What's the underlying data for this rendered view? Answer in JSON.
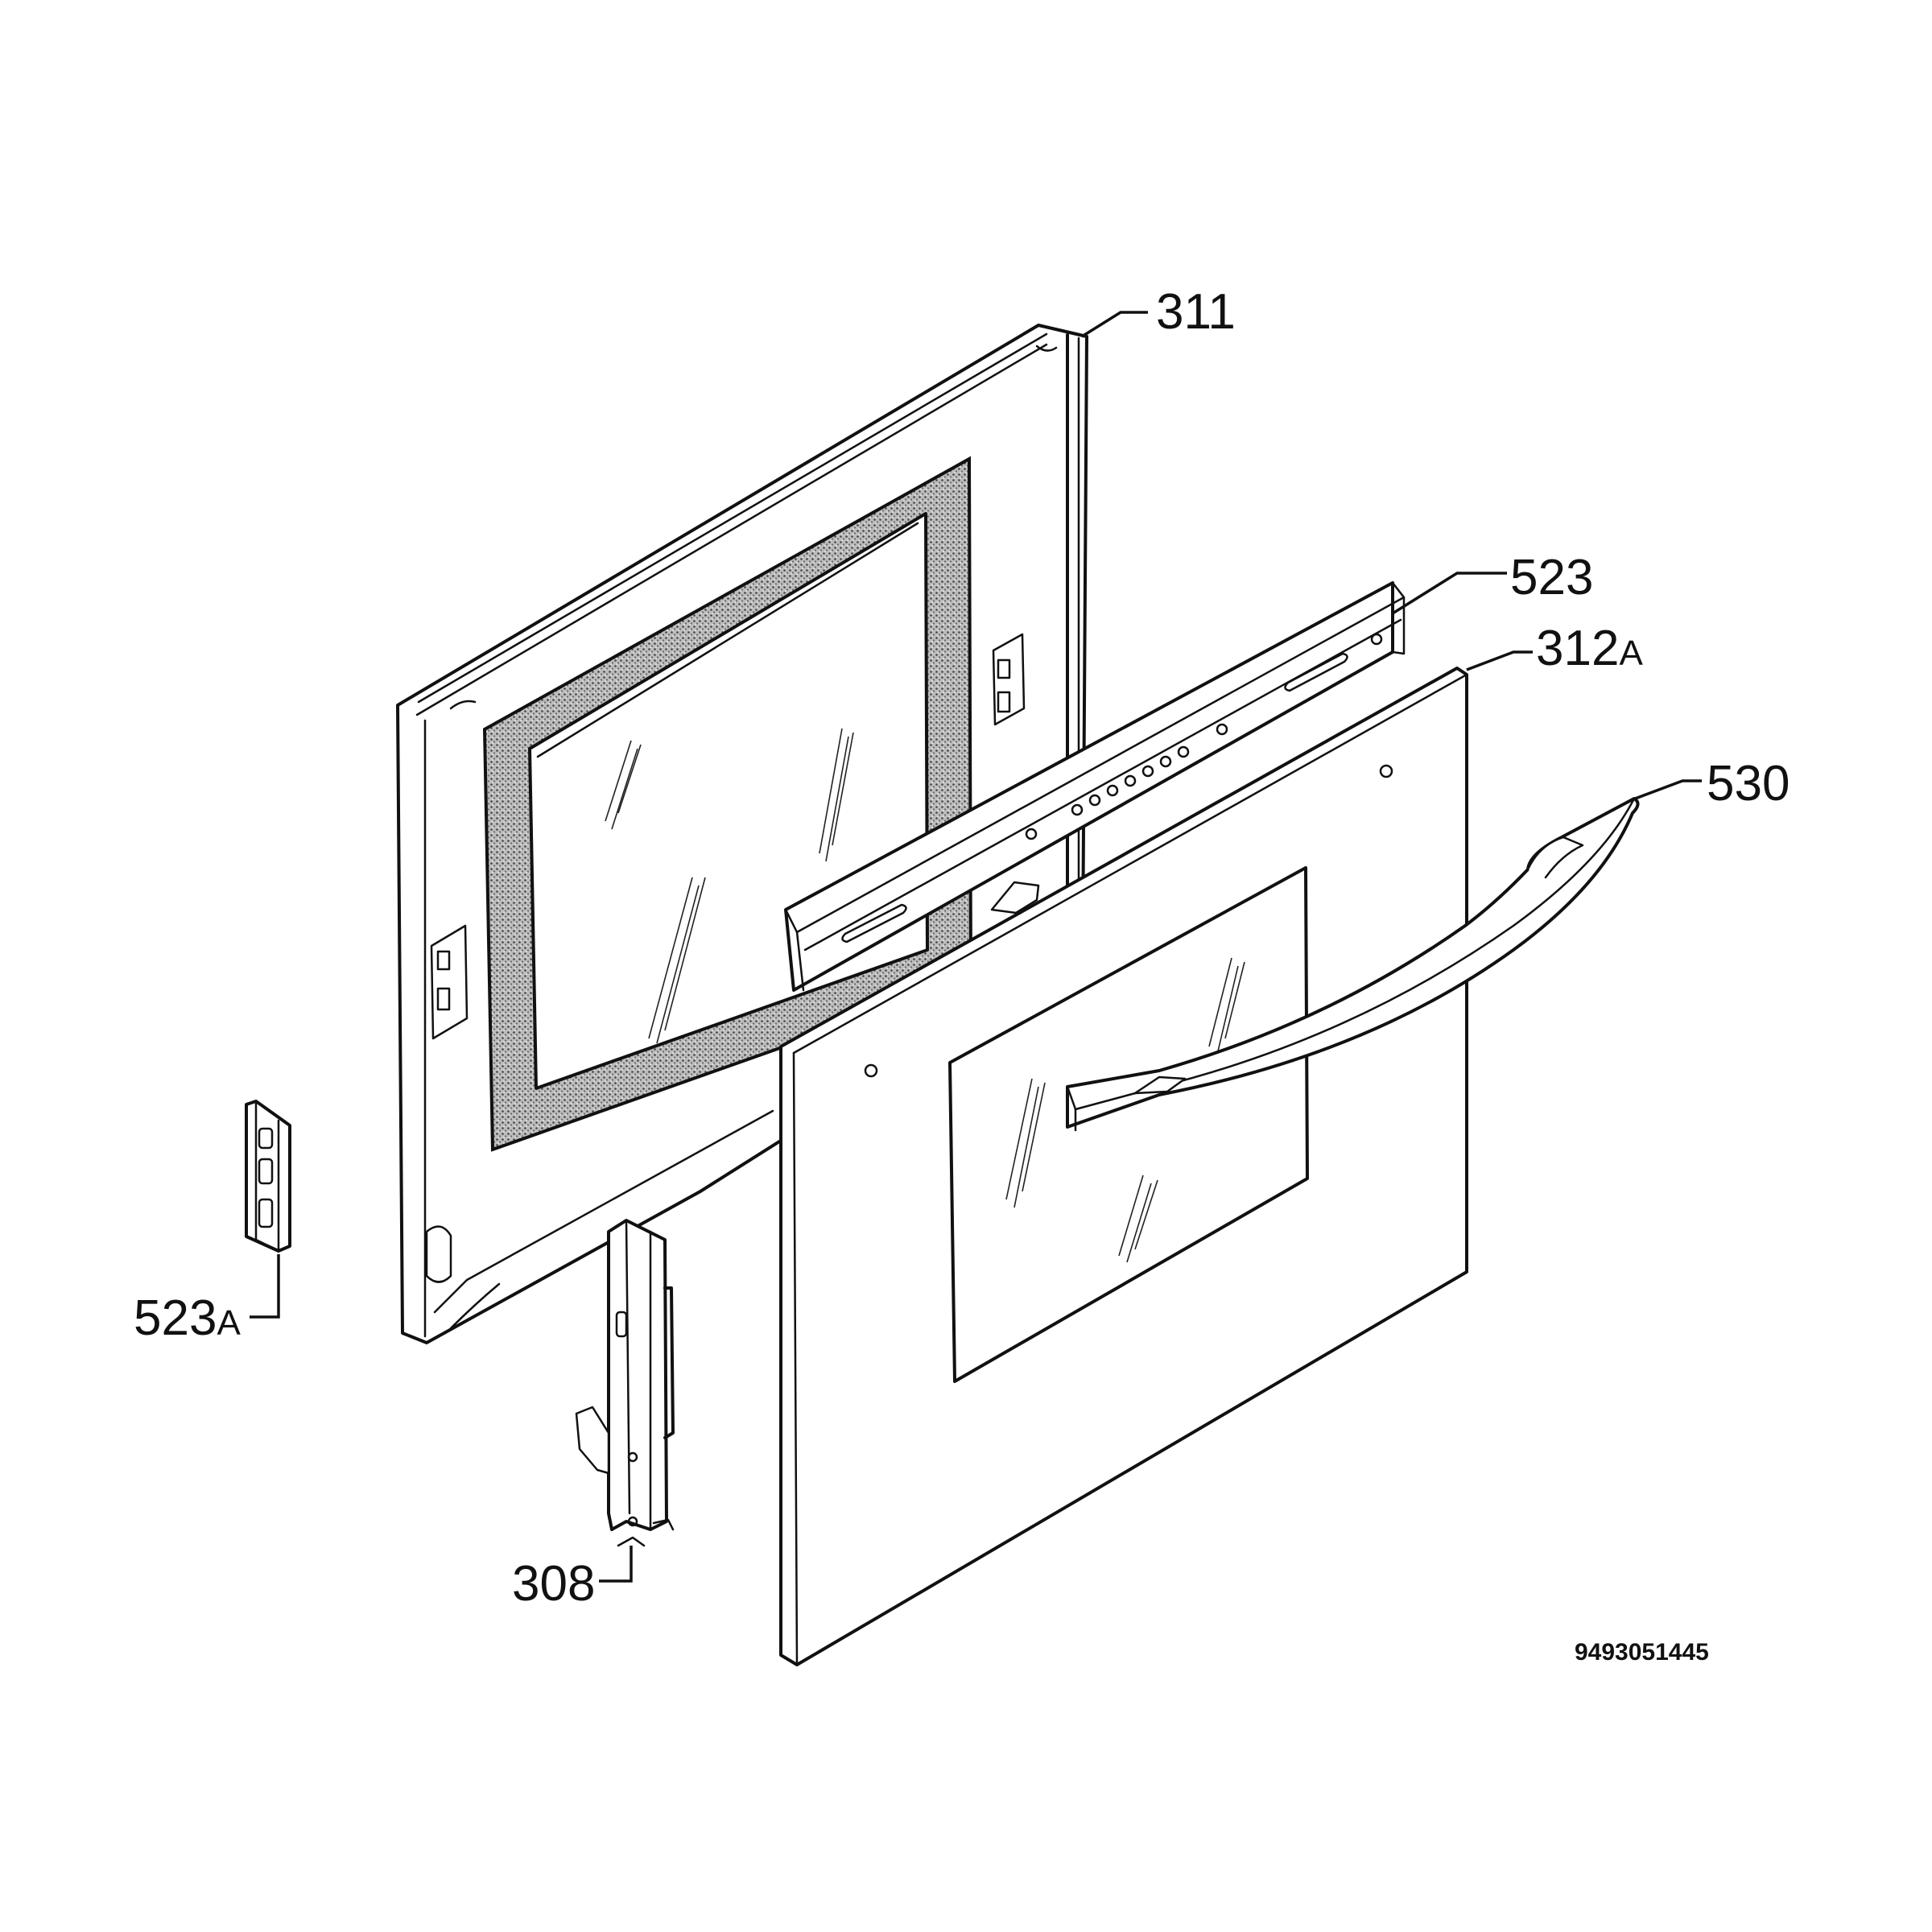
{
  "diagram": {
    "callouts": [
      {
        "id": "311",
        "num": "311",
        "suffix": ""
      },
      {
        "id": "523",
        "num": "523",
        "suffix": ""
      },
      {
        "id": "312a",
        "num": "312",
        "suffix": "A"
      },
      {
        "id": "530",
        "num": "530",
        "suffix": ""
      },
      {
        "id": "523a",
        "num": "523",
        "suffix": "A"
      },
      {
        "id": "308",
        "num": "308",
        "suffix": ""
      }
    ],
    "drawing_code": "9493051445"
  }
}
